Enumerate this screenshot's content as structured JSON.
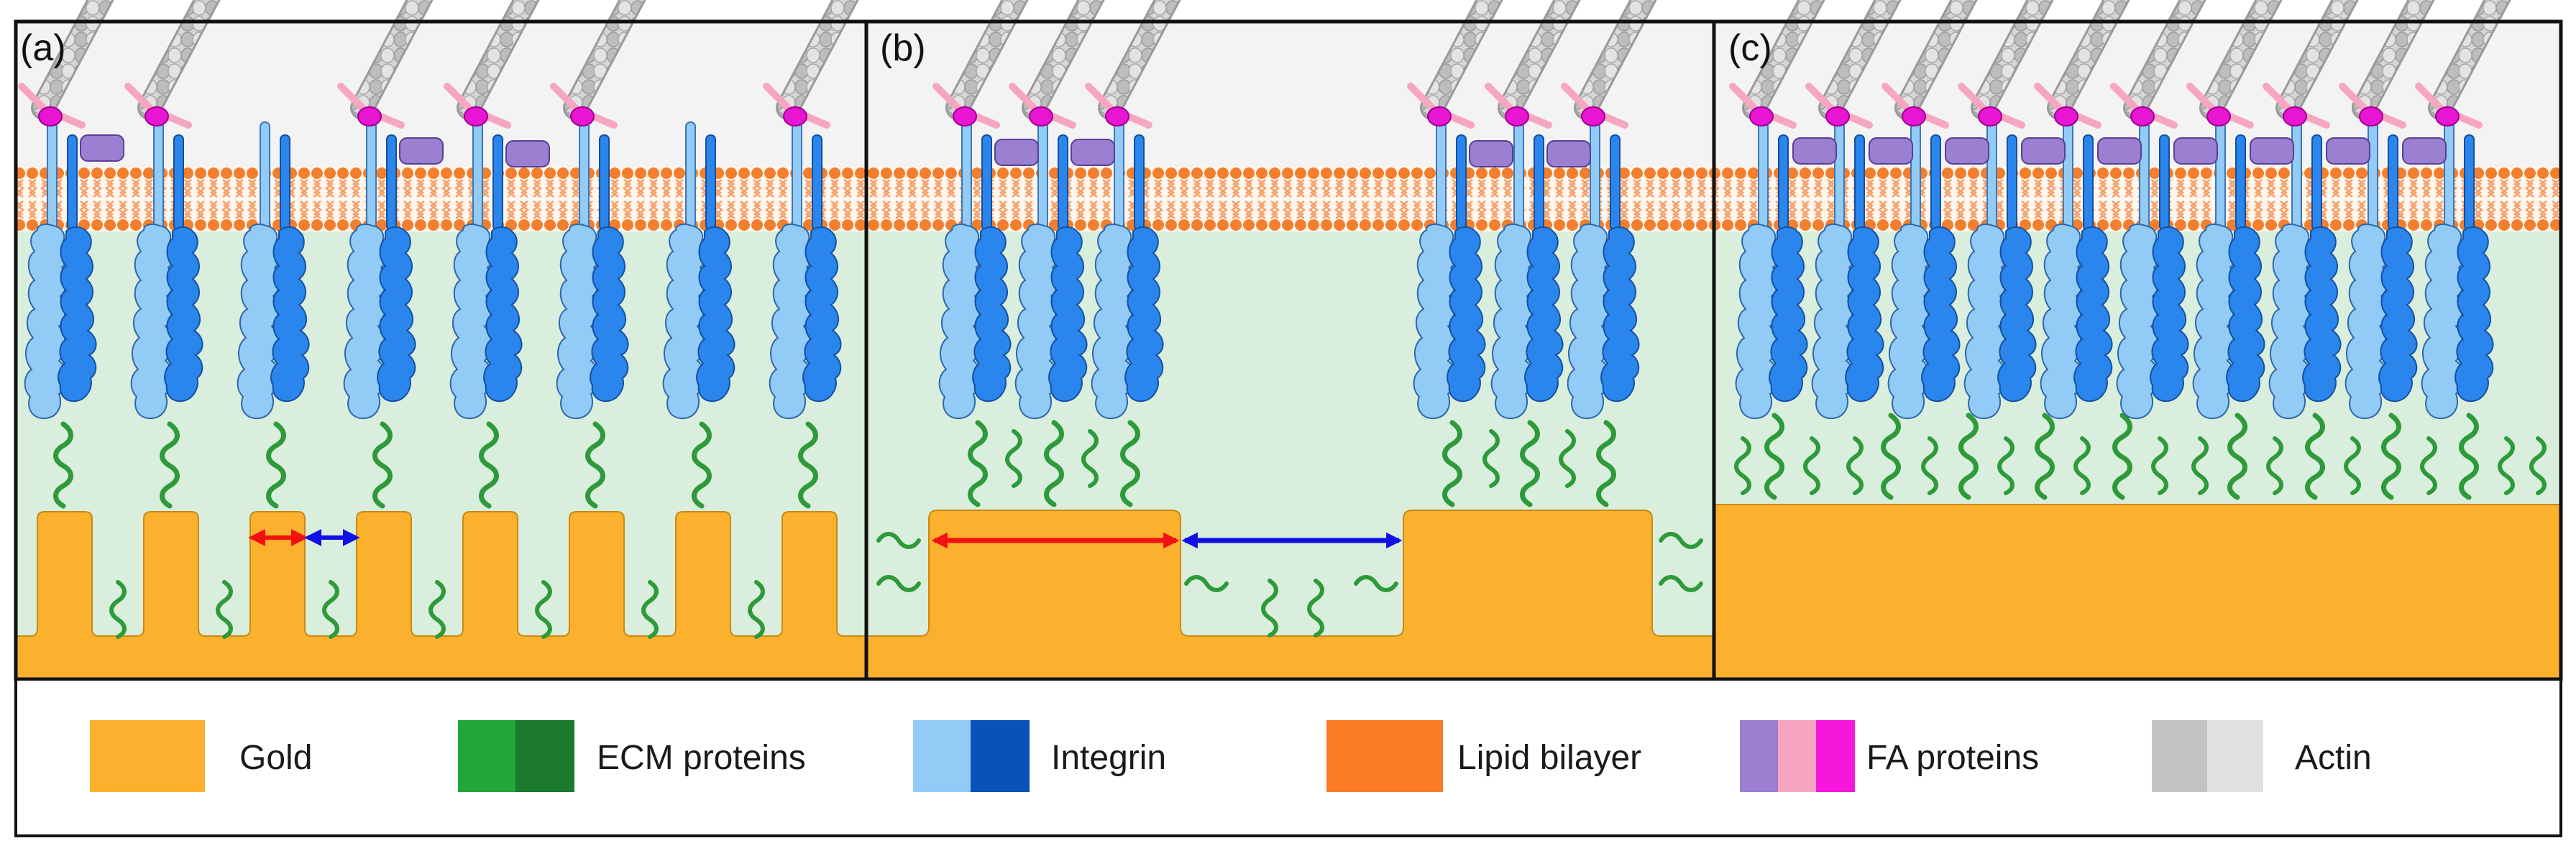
{
  "panels": [
    {
      "letter": "(a)"
    },
    {
      "letter": "(b)"
    },
    {
      "letter": "(c)"
    }
  ],
  "legend": {
    "items": [
      {
        "label": "Gold",
        "colors": [
          "#FBB12E"
        ]
      },
      {
        "label": "ECM proteins",
        "colors": [
          "#21A737",
          "#1B7A2E"
        ]
      },
      {
        "label": "Integrin",
        "colors": [
          "#91CBF6",
          "#0A52B8"
        ]
      },
      {
        "label": "Lipid bilayer",
        "colors": [
          "#FB7B26"
        ]
      },
      {
        "label": "FA proteins",
        "colors": [
          "#9B7FD0",
          "#F7A6C1",
          "#F716DC"
        ]
      },
      {
        "label": "Actin",
        "colors": [
          "#C3C3C3",
          "#E1E1E1"
        ]
      }
    ]
  },
  "colors": {
    "gold": "#FBB12E",
    "ecm": "#2E9A3A",
    "integrin_light": "#91CBF6",
    "integrin_dark": "#1E7BE0",
    "lipid": "#F37F2E",
    "medium": "#D9EEDC",
    "cytoplasm": "#F3F3F3",
    "actin": "#BEBEBE",
    "fa_purple": "#9B7FD0",
    "fa_pink": "#F7A6C1",
    "fa_magenta": "#E815D2",
    "arrow_red": "#F21010",
    "arrow_blue": "#1010E6"
  }
}
